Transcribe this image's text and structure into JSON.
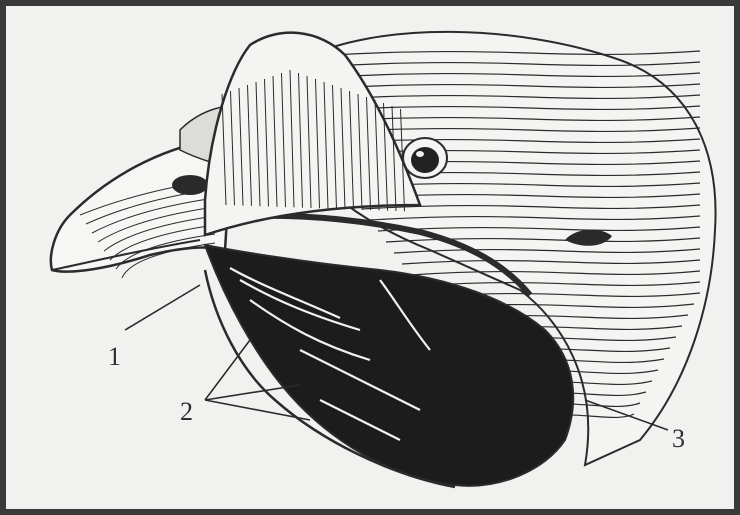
{
  "figure": {
    "labels": [
      "1",
      "2",
      "3"
    ],
    "colors": {
      "frame": "#3a3a3a",
      "paper": "#f1f1ef",
      "ink": "#2b2b2b",
      "dark": "#1c1c1c"
    }
  }
}
